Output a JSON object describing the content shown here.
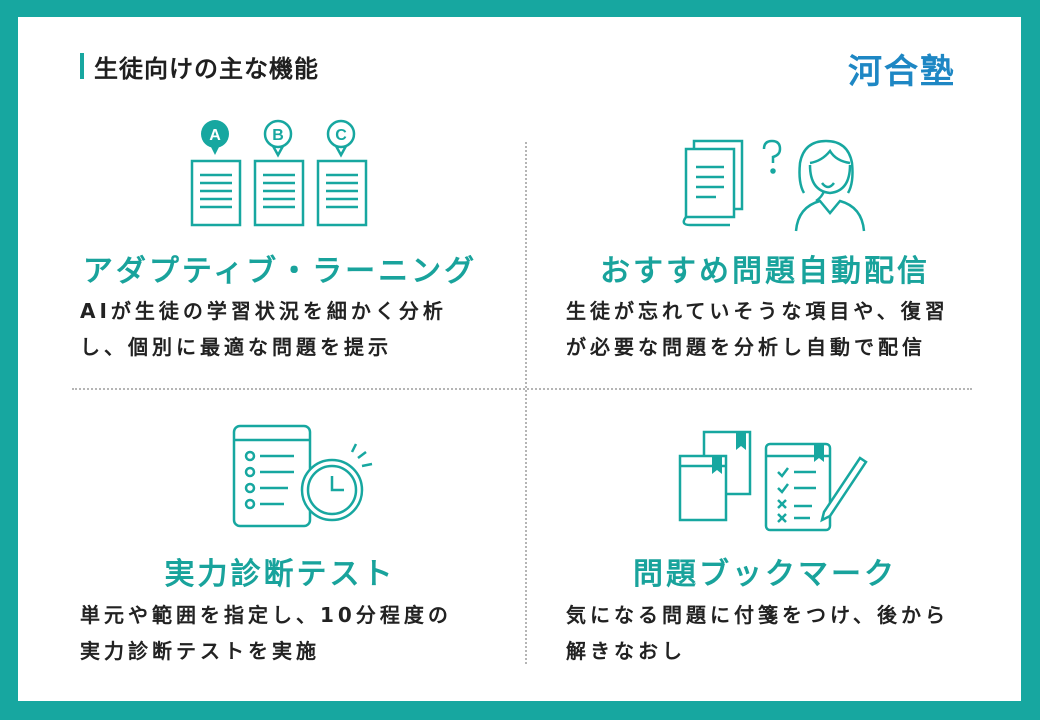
{
  "header": {
    "title": "生徒向けの主な機能",
    "logo_text": "河合塾"
  },
  "colors": {
    "accent": "#17a7a0",
    "logo": "#1e87c4",
    "text": "#222222"
  },
  "features": [
    {
      "icon": "abc-documents-icon",
      "title": "アダプティブ・ラーニング",
      "desc_lines": [
        "AIが生徒の学習状況を細かく分析",
        "し、個別に最適な問題を提示"
      ],
      "icon_letters": [
        "A",
        "B",
        "C"
      ]
    },
    {
      "icon": "student-question-icon",
      "title": "おすすめ問題自動配信",
      "desc_lines": [
        "生徒が忘れていそうな項目や、復習",
        "が必要な問題を分析し自動で配信"
      ]
    },
    {
      "icon": "test-timer-icon",
      "title": "実力診断テスト",
      "desc_lines": [
        "単元や範囲を指定し、10分程度の",
        "実力診断テストを実施"
      ]
    },
    {
      "icon": "bookmark-icon",
      "title": "問題ブックマーク",
      "desc_lines": [
        "気になる問題に付箋をつけ、後から",
        "解きなおし"
      ]
    }
  ]
}
